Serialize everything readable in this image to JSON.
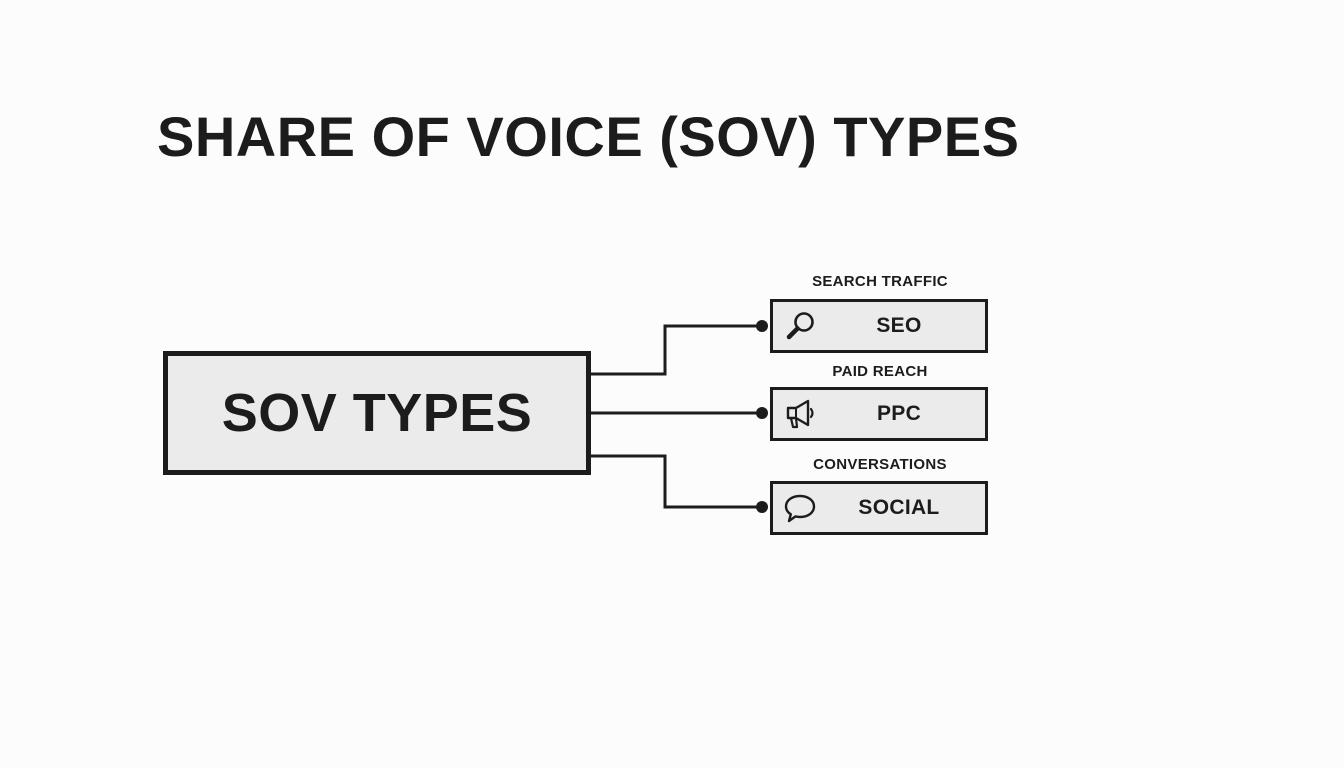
{
  "title": "SHARE OF VOICE (SOV) TYPES",
  "main_node": {
    "label": "SOV TYPES"
  },
  "branches": [
    {
      "caption": "SEARCH TRAFFIC",
      "label": "SEO",
      "icon": "magnifying-glass-icon"
    },
    {
      "caption": "PAID REACH",
      "label": "PPC",
      "icon": "megaphone-icon"
    },
    {
      "caption": "CONVERSATIONS",
      "label": "SOCIAL",
      "icon": "speech-bubble-icon"
    }
  ],
  "colors": {
    "background": "#fcfcfc",
    "ink": "#1c1c1c",
    "box_fill": "#ebebeb"
  }
}
